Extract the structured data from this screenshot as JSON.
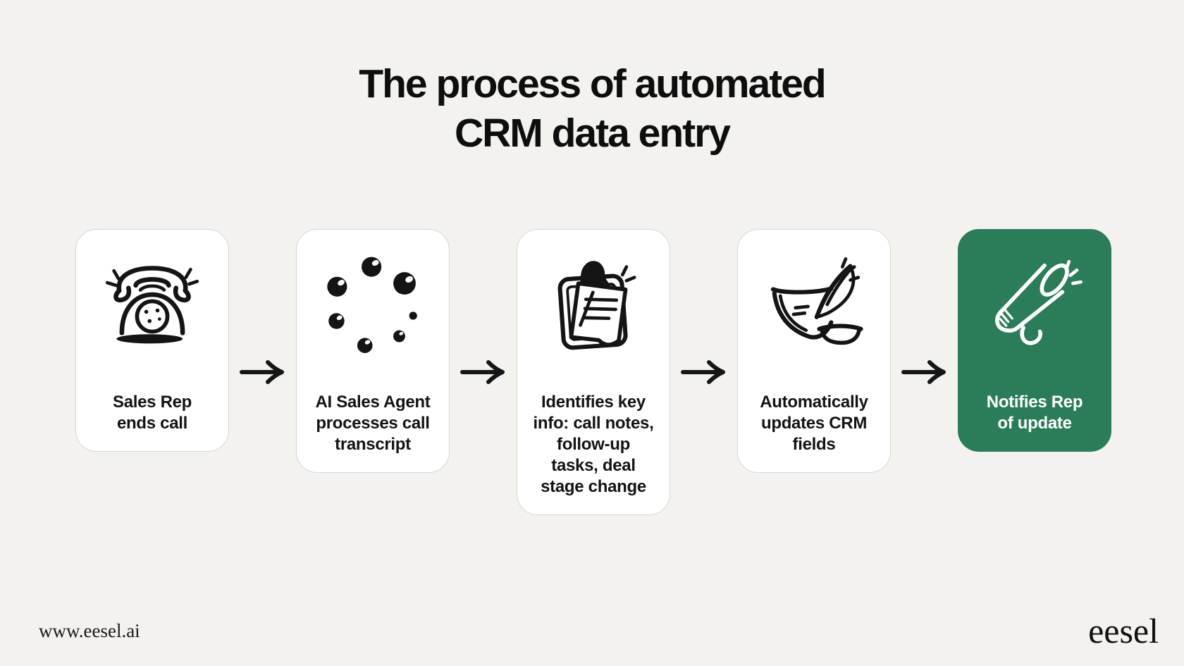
{
  "title": {
    "line1": "The process of automated",
    "line2": "CRM data entry"
  },
  "steps": [
    {
      "id": "step-1",
      "label": "Sales Rep\nends call",
      "icon": "rotary-telephone-icon",
      "style": "light"
    },
    {
      "id": "step-2",
      "label": "AI Sales Agent\nprocesses call\ntranscript",
      "icon": "dots-spinner-icon",
      "style": "light"
    },
    {
      "id": "step-3",
      "label": "Identifies key\ninfo: call notes,\nfollow-up\ntasks, deal\nstage change",
      "icon": "clipboard-notes-icon",
      "style": "light"
    },
    {
      "id": "step-4",
      "label": "Automatically\nupdates CRM\nfields",
      "icon": "quill-writing-icon",
      "style": "light"
    },
    {
      "id": "step-5",
      "label": "Notifies Rep\nof update",
      "icon": "megaphone-icon",
      "style": "accent"
    }
  ],
  "arrows": {
    "count": 4,
    "direction": "right"
  },
  "footer": {
    "website": "www.eesel.ai",
    "brand": "eesel"
  },
  "colors": {
    "background": "#f3f2ee",
    "card_background": "#ffffff",
    "card_border": "#d8d6d1",
    "accent_green": "#2b7c58",
    "ink": "#131313",
    "accent_text": "#ffffff"
  }
}
